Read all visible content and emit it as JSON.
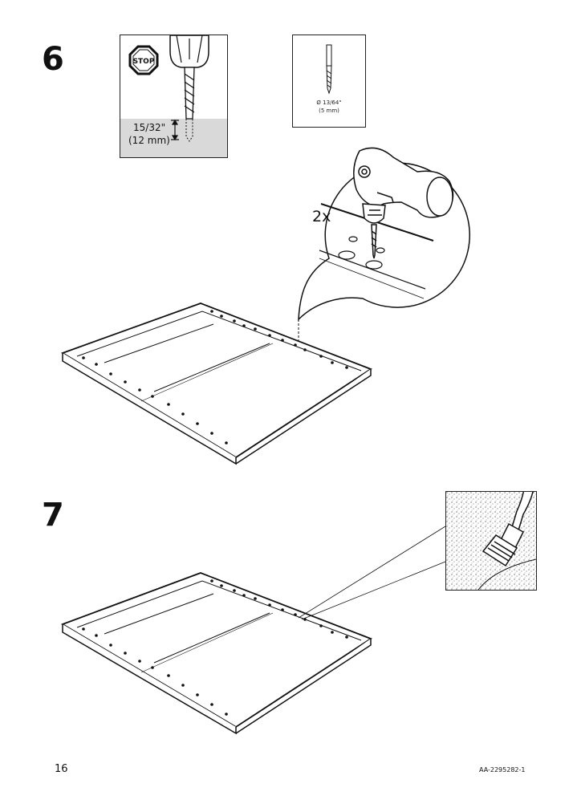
{
  "steps": [
    {
      "number": "6"
    },
    {
      "number": "7"
    }
  ],
  "step6": {
    "stop_sign": {
      "text": "STOP",
      "icon": "stop-sign-icon"
    },
    "depth_callout": {
      "line1": "15/32\"",
      "line2": "(12 mm)"
    },
    "drill_bit_callout": {
      "diameter": "Ø 13/64\"",
      "metric": "(5 mm)"
    },
    "repeat_count": "2x"
  },
  "step7": {
    "texture_callout_icon": "paint-brush-icon"
  },
  "footer": {
    "page_number": "16",
    "document_code": "AA-2295282-1"
  }
}
